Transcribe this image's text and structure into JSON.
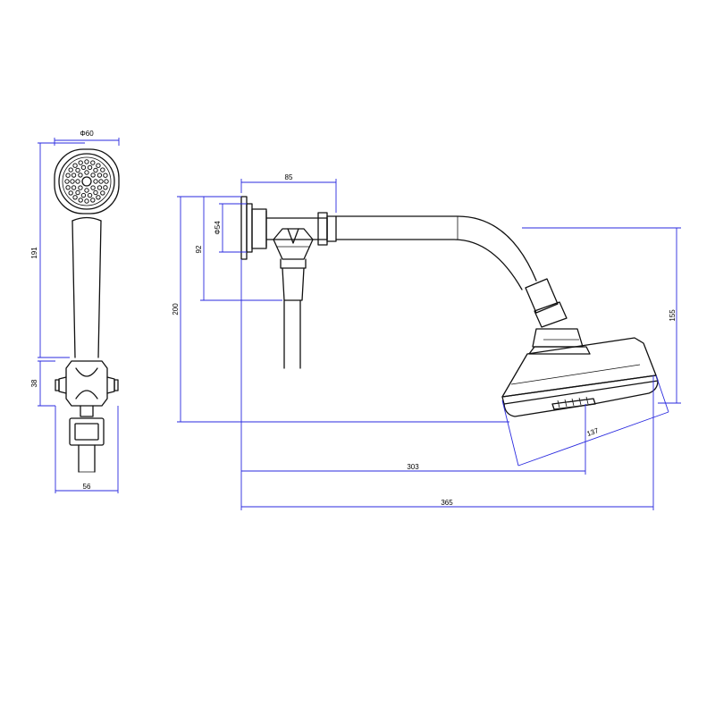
{
  "drawing": {
    "views": [
      "hand-shower-front-view",
      "shower-arm-side-view"
    ],
    "colors": {
      "outline": "#111111",
      "dimension_lines": "#2a2adf",
      "background": "#ffffff"
    }
  },
  "dimensions": {
    "handshower_head_diameter": "Φ60",
    "handshower_height": "191",
    "handshower_holder_height": "38",
    "handshower_holder_width": "56",
    "arm_union_width": "85",
    "arm_flange_diameter": "Φ54",
    "arm_flange_height": "92",
    "arm_total_drop": "200",
    "head_drop": "155",
    "head_face_diameter": "137",
    "head_projection": "303",
    "overall_projection": "365"
  }
}
